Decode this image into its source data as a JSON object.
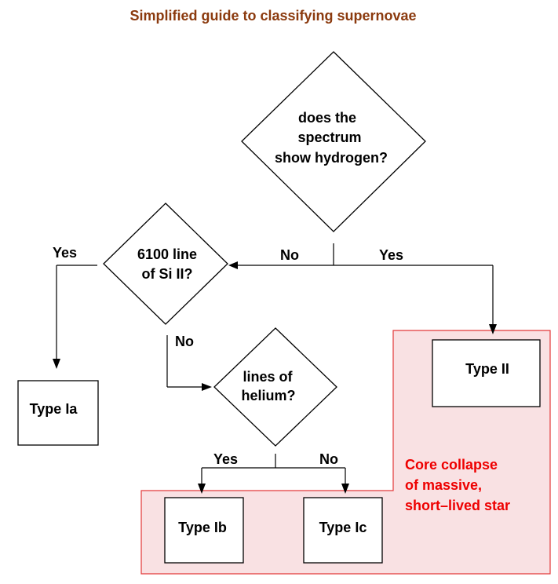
{
  "title": "Simplified guide to classifying supernovae",
  "colors": {
    "title": "#8b3a0e",
    "region_fill": "#f9e1e3",
    "region_stroke": "#e33a3a",
    "region_label": "#ee0000",
    "line": "#000000"
  },
  "nodes": {
    "hydrogen": {
      "shape": "diamond",
      "lines": [
        "does the",
        "spectrum",
        "show hydrogen?"
      ]
    },
    "si": {
      "shape": "diamond",
      "lines": [
        "6100 line",
        "of Si II?"
      ]
    },
    "helium": {
      "shape": "diamond",
      "lines": [
        "lines of",
        "helium?"
      ]
    },
    "type_ia": {
      "shape": "box",
      "label": "Type Ia"
    },
    "type_ii": {
      "shape": "box",
      "label": "Type II"
    },
    "type_ib": {
      "shape": "box",
      "label": "Type Ib"
    },
    "type_ic": {
      "shape": "box",
      "label": "Type Ic"
    }
  },
  "edges": {
    "hydrogen_no": {
      "from": "hydrogen",
      "to": "si",
      "label": "No"
    },
    "hydrogen_yes": {
      "from": "hydrogen",
      "to": "type_ii",
      "label": "Yes"
    },
    "si_yes": {
      "from": "si",
      "to": "type_ia",
      "label": "Yes"
    },
    "si_no": {
      "from": "si",
      "to": "helium",
      "label": "No"
    },
    "helium_yes": {
      "from": "helium",
      "to": "type_ib",
      "label": "Yes"
    },
    "helium_no": {
      "from": "helium",
      "to": "type_ic",
      "label": "No"
    }
  },
  "region": {
    "lines": [
      "Core collapse",
      "of massive,",
      "short–lived star"
    ]
  }
}
